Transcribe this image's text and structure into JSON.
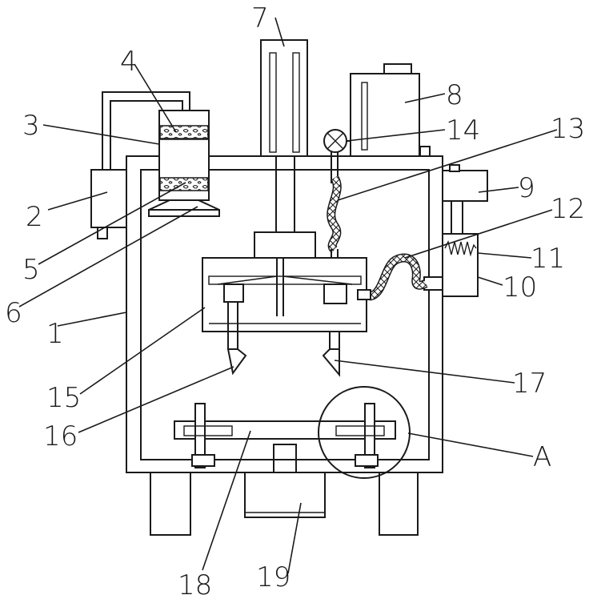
{
  "labels": {
    "l1": "1",
    "l2": "2",
    "l3": "3",
    "l4": "4",
    "l5": "5",
    "l6": "6",
    "l7": "7",
    "l8": "8",
    "l9": "9",
    "l10": "10",
    "l11": "11",
    "l12": "12",
    "l13": "13",
    "l14": "14",
    "l15": "15",
    "l16": "16",
    "l17": "17",
    "l18": "18",
    "l19": "19",
    "lA": "A"
  }
}
